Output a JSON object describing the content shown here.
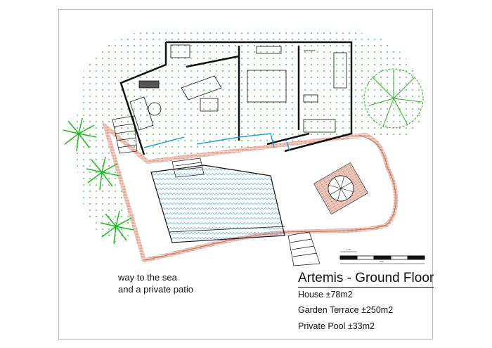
{
  "title": "Artemis - Ground Floor",
  "areas": [
    "House ±78m2",
    "Garden Terrace ±250m2",
    "Private Pool ±33m2"
  ],
  "note": [
    "way to the sea",
    "and a private patio"
  ],
  "room_labels": {
    "wardrobe": "wardrobe"
  },
  "scale_bar": {
    "short": "1.25",
    "long": "5.00"
  },
  "colors": {
    "walls": "#111111",
    "vegetation": "#22aa22",
    "pool": "#6fb8d8",
    "glazing": "#1fa3d6",
    "terrace_edge": "#c0735a"
  }
}
